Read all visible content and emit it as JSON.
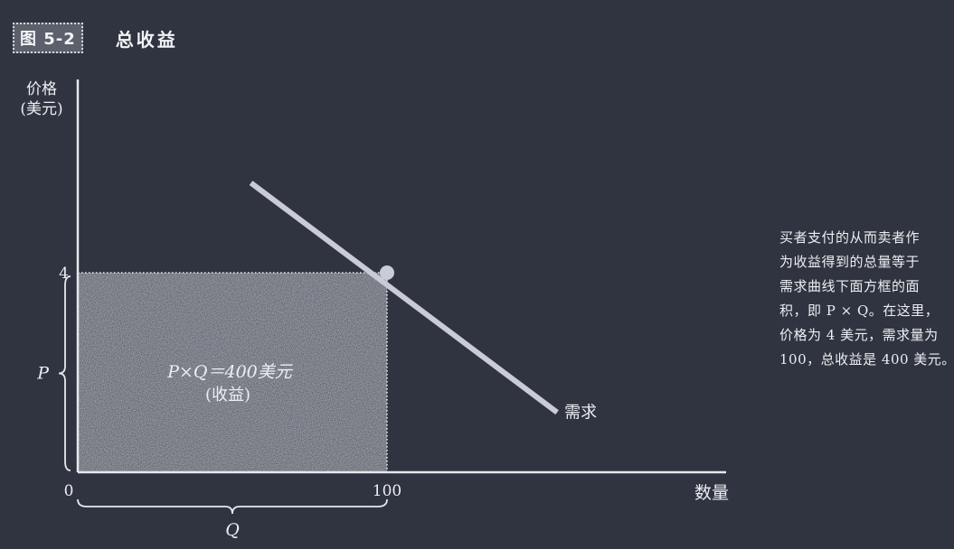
{
  "header": {
    "figure_number": "图 5-2",
    "title": "总收益"
  },
  "axis_labels": {
    "y_line1": "价格",
    "y_line2": "(美元)",
    "x": "数量"
  },
  "caption_lines": [
    "买者支付的从而卖者作",
    "为收益得到的总量等于",
    "需求曲线下面方框的面",
    "积，即 P × Q。在这里，",
    "价格为 4 美元，需求量为",
    "100，总收益是 400 美元。"
  ],
  "colors": {
    "background": "#2f3440",
    "axis": "#e6e8ec",
    "demand_line": "#c9ccd6",
    "revenue_box": "#5a5f6b",
    "text": "#eceef2"
  },
  "chart_data": {
    "type": "line",
    "xlabel": "数量",
    "ylabel": "价格 (美元)",
    "xlim": [
      0,
      200
    ],
    "ylim": [
      0,
      8
    ],
    "x_ticks": [
      {
        "value": 0,
        "label": "0"
      },
      {
        "value": 100,
        "label": "100"
      }
    ],
    "y_ticks": [
      {
        "value": 4,
        "label": "4"
      }
    ],
    "series": [
      {
        "name": "需求",
        "x": [
          56,
          155
        ],
        "y": [
          5.8,
          1.2
        ]
      }
    ],
    "highlight_point": {
      "x": 100,
      "y": 4
    },
    "revenue_box": {
      "price": 4,
      "quantity": 100,
      "label_line1": "P×Q＝400美元",
      "label_line2": "(收益)"
    },
    "brace_labels": {
      "price": "P",
      "quantity": "Q"
    },
    "grid": false
  }
}
